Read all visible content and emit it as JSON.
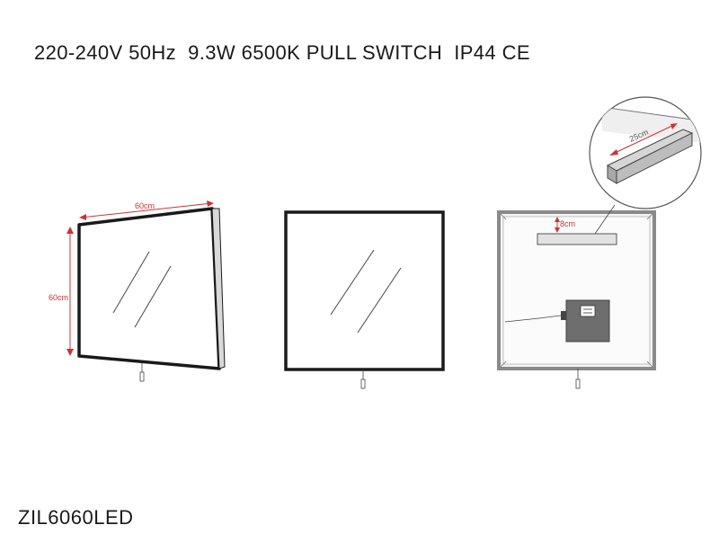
{
  "spec_line": "220-240V 50Hz  9.3W 6500K PULL SWITCH  IP44 CE",
  "model": "ZIL6060LED",
  "dimensions": {
    "width_label": "60cm",
    "height_label": "60cm",
    "strip_offset_label": "8cm",
    "bracket_length_label": "25cm"
  },
  "colors": {
    "dimension_red": "#cc3333",
    "frame_dark": "#1a1a1a",
    "back_frame_grey": "#8a8a8a",
    "driver_box": "#6e6e6e"
  }
}
